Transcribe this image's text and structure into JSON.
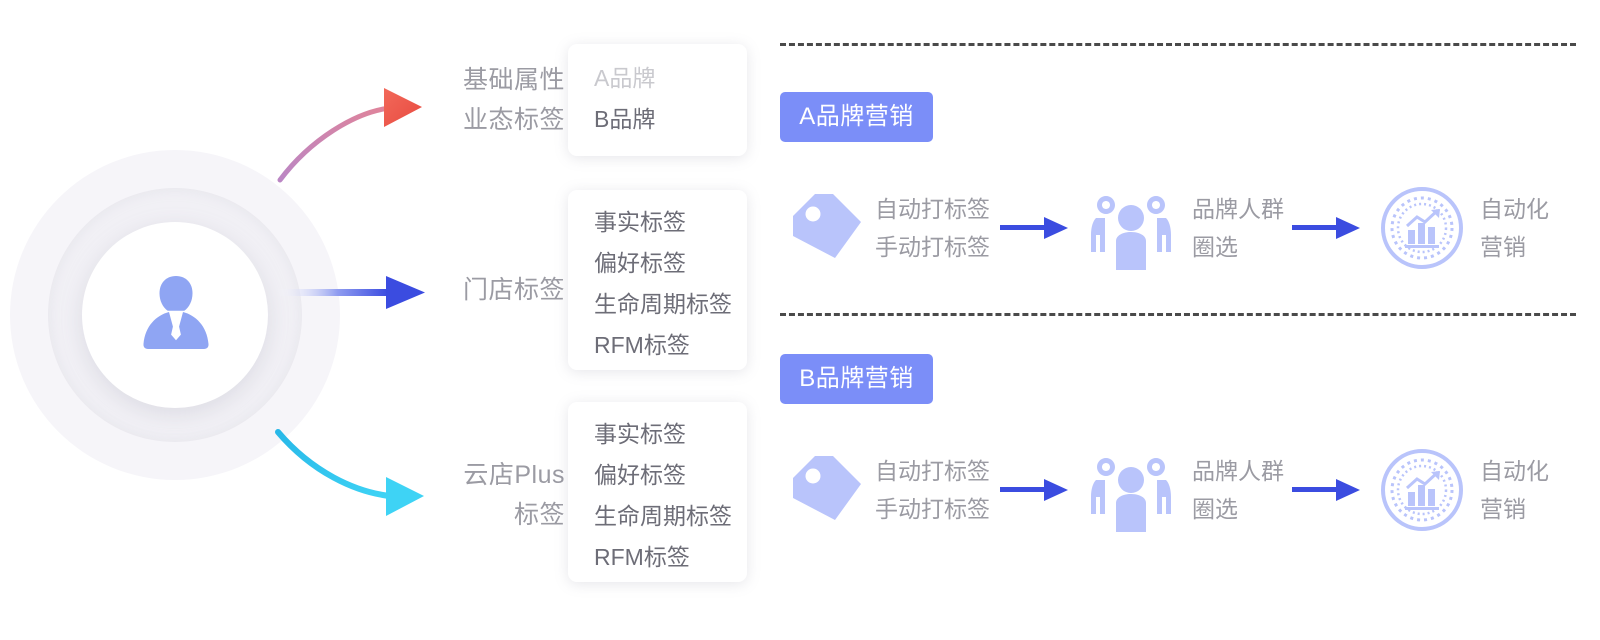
{
  "colors": {
    "brand_badge_bg": "#7b8ef8",
    "arrow_blue": "#3b4ce0",
    "icon_periwinkle": "#b9c4fb",
    "arrow_pink": "#c887b4",
    "arrow_red": "#f0564b",
    "arrow_cyan": "#36c8f4",
    "text_muted": "#9b9ba3",
    "text_card": "#6d6d77",
    "text_card_disabled": "#c9c9ce",
    "divider": "#4a4a4a"
  },
  "persona": {
    "icon": "user-avatar-icon"
  },
  "tiers": [
    {
      "label": "基础属性\n业态标签",
      "label_line1": "基础属性",
      "label_line2": "业态标签",
      "arrow": "curved-pink-arrow",
      "card_items": [
        {
          "text": "A品牌",
          "muted": true
        },
        {
          "text": "B品牌",
          "muted": false
        }
      ]
    },
    {
      "label_line1": "门店标签",
      "label_line2": "",
      "arrow": "straight-blue-arrow",
      "card_items": [
        {
          "text": "事实标签",
          "muted": false
        },
        {
          "text": "偏好标签",
          "muted": false
        },
        {
          "text": "生命周期标签",
          "muted": false
        },
        {
          "text": "RFM标签",
          "muted": false
        }
      ]
    },
    {
      "label_line1": "云店Plus",
      "label_line2": "标签",
      "arrow": "curved-cyan-arrow",
      "card_items": [
        {
          "text": "事实标签",
          "muted": false
        },
        {
          "text": "偏好标签",
          "muted": false
        },
        {
          "text": "生命周期标签",
          "muted": false
        },
        {
          "text": "RFM标签",
          "muted": false
        }
      ]
    }
  ],
  "marketing": [
    {
      "badge_label": "A品牌营销",
      "steps": {
        "tag_icon": "tag-icon",
        "tag_line1": "自动打标签",
        "tag_line2": "手动打标签",
        "group_icon": "people-group-icon",
        "group_line1": "品牌人群",
        "group_line2": "圈选",
        "analytics_icon": "analytics-badge-icon",
        "analytics_line1": "自动化",
        "analytics_line2": "营销"
      }
    },
    {
      "badge_label": "B品牌营销",
      "steps": {
        "tag_icon": "tag-icon",
        "tag_line1": "自动打标签",
        "tag_line2": "手动打标签",
        "group_icon": "people-group-icon",
        "group_line1": "品牌人群",
        "group_line2": "圈选",
        "analytics_icon": "analytics-badge-icon",
        "analytics_line1": "自动化",
        "analytics_line2": "营销"
      }
    }
  ]
}
